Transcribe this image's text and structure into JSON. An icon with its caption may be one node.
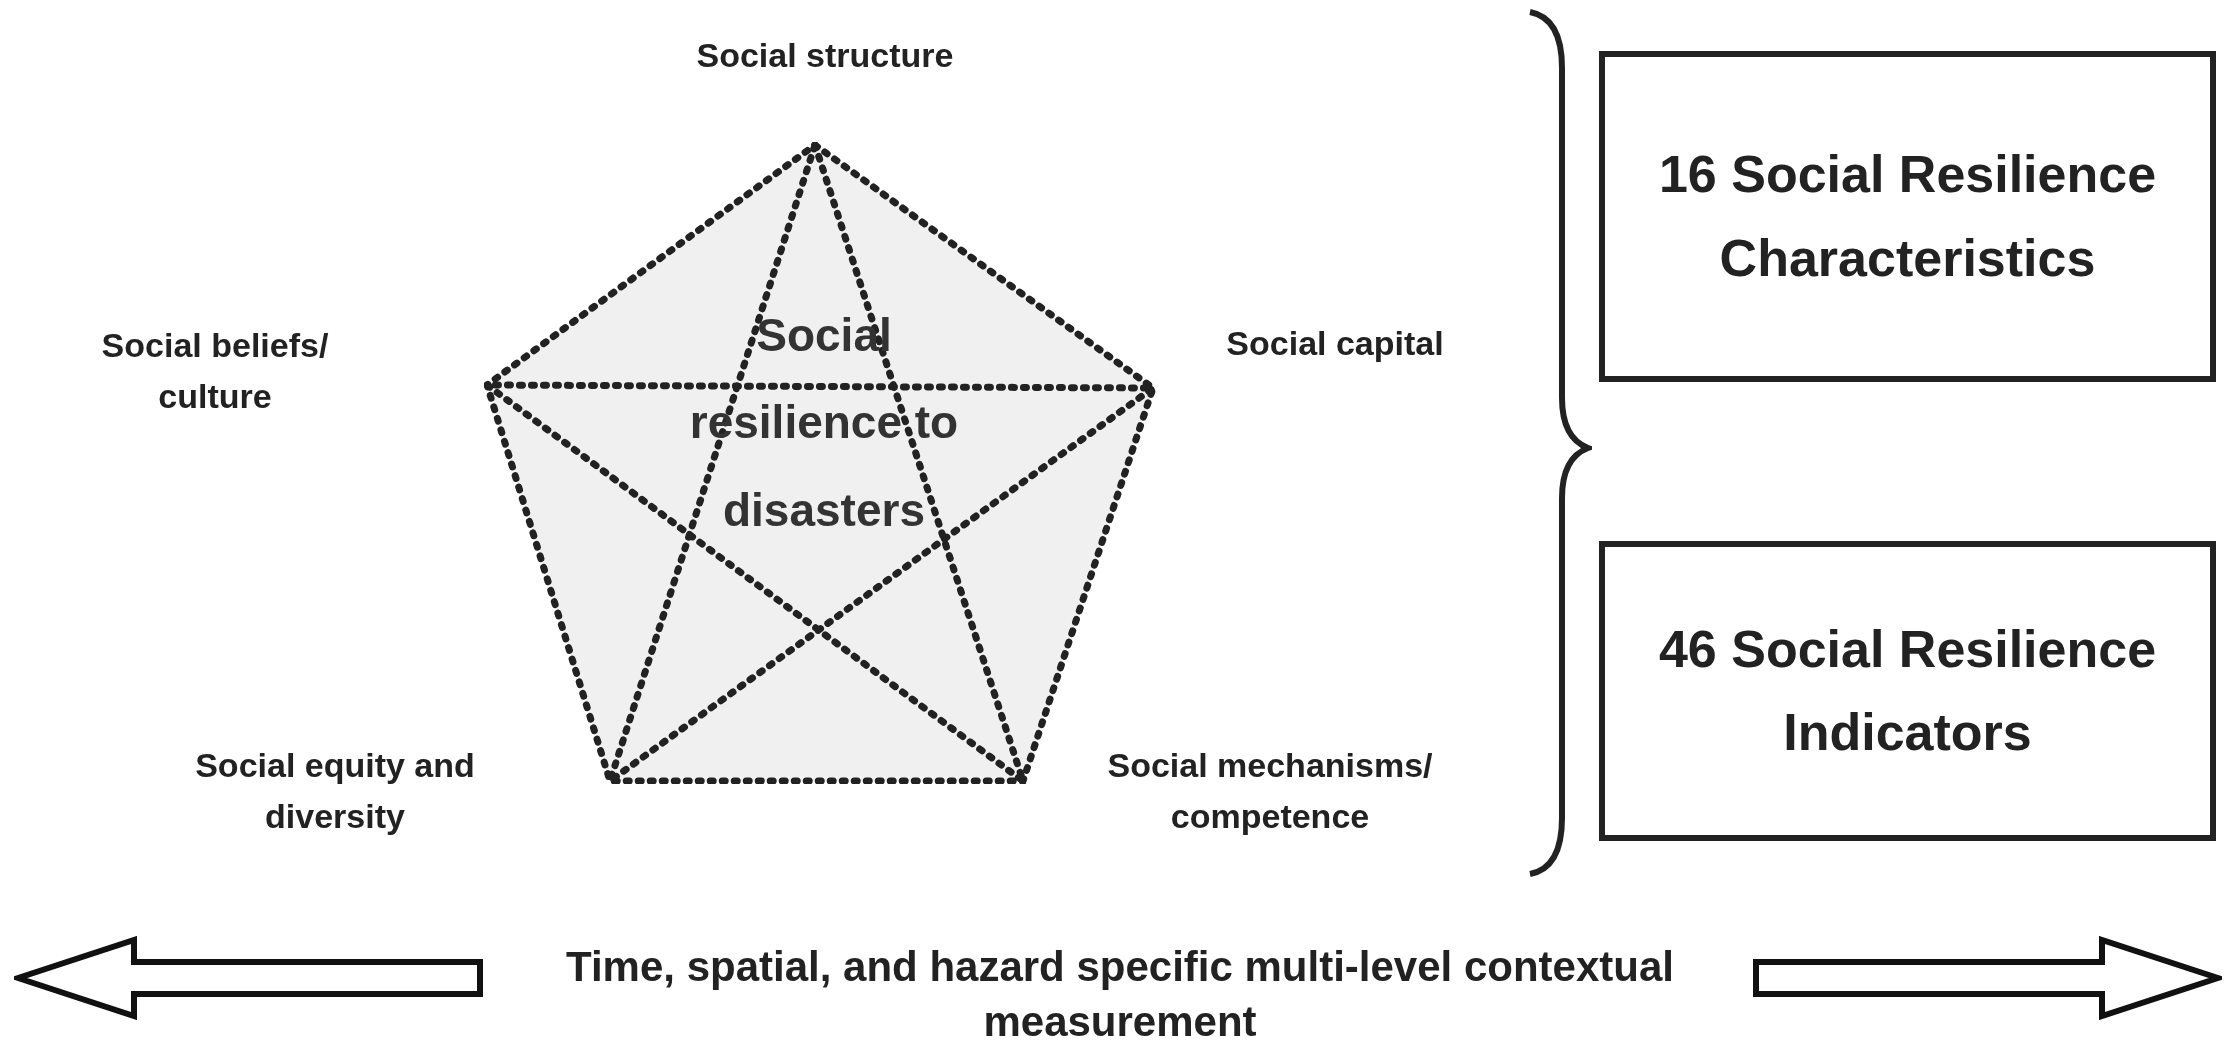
{
  "diagram": {
    "nodes": [
      {
        "text": [
          "Social resilience to disasters"
        ]
      },
      {
        "text": [
          "16 Social Resilience Characteristics"
        ]
      },
      {
        "text": [
          "46 Social Resilience Indicators"
        ]
      }
    ],
    "labels": [
      "Social structure",
      "Social beliefs/ culture",
      "Social capital",
      "Social equity and diversity",
      "Social mechanisms/ competence",
      "Time, spatial, and hazard specific multi-level contextual measurement"
    ]
  }
}
